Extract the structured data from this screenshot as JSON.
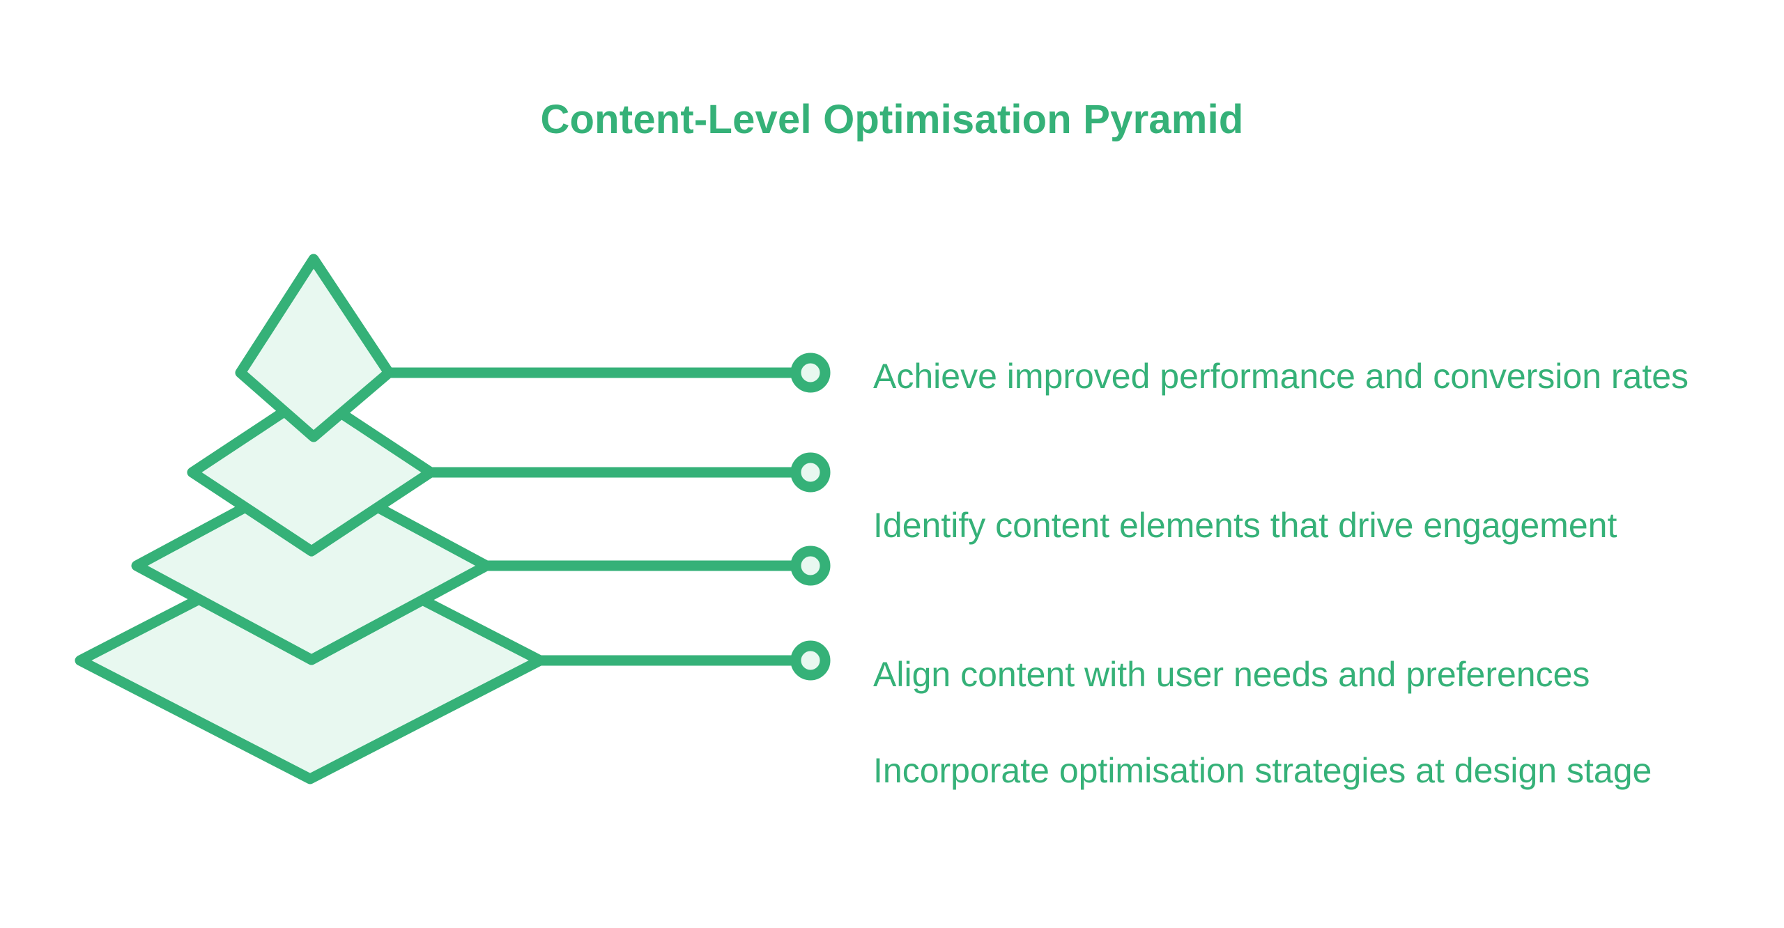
{
  "title": "Content-Level Optimisation Pyramid",
  "theme": {
    "background": "#ffffff",
    "stroke": "#35b178",
    "fill": "#e8f8f0",
    "text": "#35b178"
  },
  "chart_data": {
    "type": "pie",
    "title": "Content-Level Optimisation Pyramid",
    "xlabel": "",
    "ylabel": "",
    "categories": [
      "Achieve improved performance and conversion rates",
      "Identify content elements that drive engagement",
      "Align content with user needs and preferences",
      "Incorporate optimisation strategies at design stage"
    ],
    "values": [
      1,
      2,
      3,
      4
    ],
    "legend_position": "right",
    "grid": false
  },
  "pyramid": {
    "levels": [
      {
        "index": 0,
        "shape": "cone-top",
        "label": "Achieve improved performance and conversion rates",
        "marker": "ring-marker"
      },
      {
        "index": 1,
        "shape": "diamond",
        "label": "Identify content elements that drive engagement",
        "marker": "ring-marker"
      },
      {
        "index": 2,
        "shape": "diamond",
        "label": "Align content with user needs and preferences",
        "marker": "ring-marker"
      },
      {
        "index": 3,
        "shape": "diamond",
        "label": "Incorporate optimisation strategies at design stage",
        "marker": "ring-marker"
      }
    ]
  }
}
